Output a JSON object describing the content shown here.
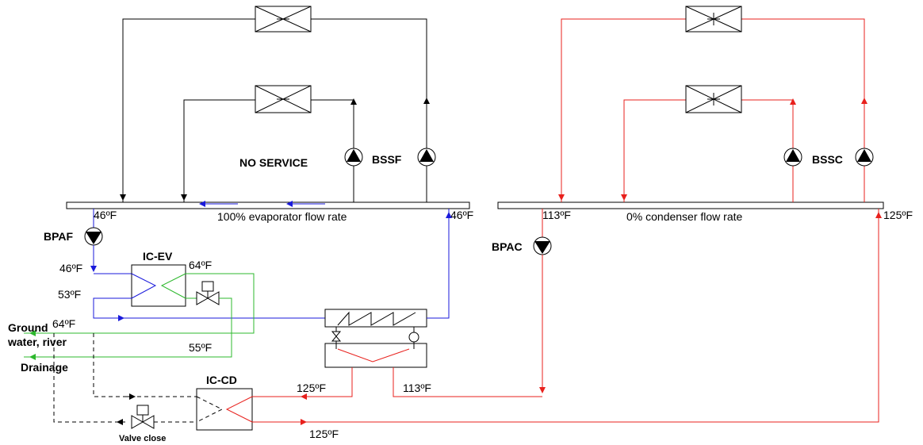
{
  "labels": {
    "no_service": "NO SERVICE",
    "bssf": "BSSF",
    "bssc": "BSSC",
    "bpaf": "BPAF",
    "bpac": "BPAC",
    "ic_ev": "IC-EV",
    "ic_cd": "IC-CD",
    "evap_flow": "100% evaporator flow rate",
    "cond_flow": "0% condenser flow rate",
    "ground_water_1": "Ground",
    "ground_water_2": "water, river",
    "drainage": "Drainage",
    "valve_close": "Valve close"
  },
  "temperatures": {
    "evap_header_out": "46ºF",
    "evap_header_return": "46ºF",
    "bpaf_out": "46ºF",
    "icev_return": "53ºF",
    "icev_green_in": "64ºF",
    "ground_in": "64ºF",
    "green_out": "55ºF",
    "cond_header_out": "113ºF",
    "cond_header_return": "125ºF",
    "chiller_cond_in": "125ºF",
    "chiller_cond_out": "113ºF",
    "icd_out": "125ºF"
  },
  "colors": {
    "chilled_water": "#1a1adb",
    "hot_water": "#e8201c",
    "ground_water": "#2db82d",
    "neutral": "#000000"
  }
}
